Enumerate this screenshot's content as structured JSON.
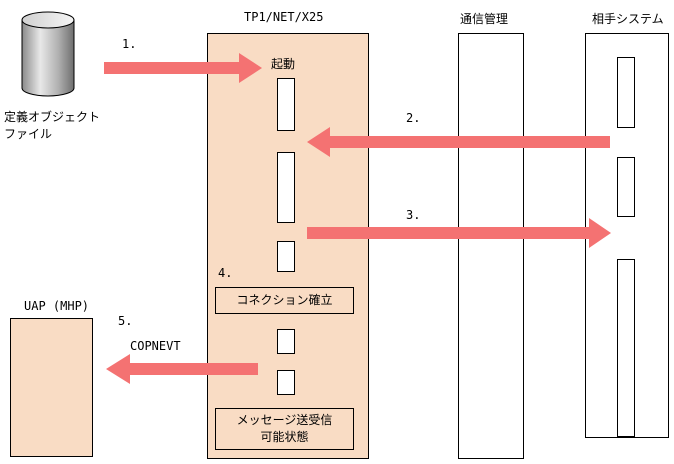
{
  "lanes": {
    "tp1": "TP1/NET/X25",
    "comm": "通信管理",
    "partner": "相手システム"
  },
  "file": {
    "line1": "定義オブジェクト",
    "line2": "ファイル"
  },
  "uap": "UAP (MHP)",
  "steps": {
    "s1": "1.",
    "s2": "2.",
    "s3": "3.",
    "s4": "4.",
    "s5": "5."
  },
  "startup": "起動",
  "connection_established": "コネクション確立",
  "ready": {
    "line1": "メッセージ送受信",
    "line2": "可能状態"
  },
  "copnevt": "COPNEVT",
  "colors": {
    "arrow": "#f47272",
    "fill": "#f9dcc4"
  }
}
